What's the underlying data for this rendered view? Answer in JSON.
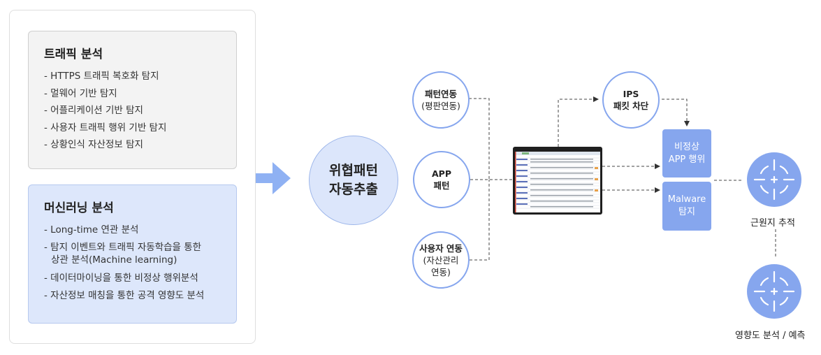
{
  "traffic": {
    "title": "트래픽 분석",
    "items": [
      "- HTTPS 트래픽 복호화 탐지",
      "- 멀웨어 기반 탐지",
      "- 어플리케이션 기반 탐지",
      "- 사용자 트래픽 행위 기반 탐지",
      "- 상황인식 자산정보 탐지"
    ]
  },
  "ml": {
    "title": "머신러닝 분석",
    "items": [
      "- Long-time 연관 분석",
      "- 탐지 이벤트와 트래픽 자동학습을 통한",
      "상관 분석(Machine learning)",
      "- 데이터마이닝을 통한 비정상 행위분석",
      "- 자산정보 매칭을 통한 공격 영향도 분석"
    ]
  },
  "core": {
    "line1": "위협패턴",
    "line2": "자동추출"
  },
  "nodes": {
    "reputation": {
      "line1": "패턴연동",
      "line2": "(평판연동)"
    },
    "app": {
      "line1": "APP",
      "line2": "패턴"
    },
    "user": {
      "line1": "사용자 연동",
      "line2": "(자산관리",
      "line3": "연동)"
    },
    "ips": {
      "line1": "IPS",
      "line2": "패킷 차단"
    }
  },
  "boxes": {
    "abnormal": {
      "line1": "비정상",
      "line2": "APP 행위"
    },
    "malware": {
      "line1": "Malware",
      "line2": "탐지"
    }
  },
  "targets": {
    "trace": {
      "label": "근원지 추적"
    },
    "impact": {
      "label": "영향도 분석 / 예측"
    }
  },
  "colors": {
    "accent_blue": "#86a6ee",
    "core_fill": "#dce6fb",
    "ml_card_fill": "#dde7fb",
    "traffic_card_fill": "#f3f3f3",
    "arrow_blue": "#8fb1f3"
  }
}
